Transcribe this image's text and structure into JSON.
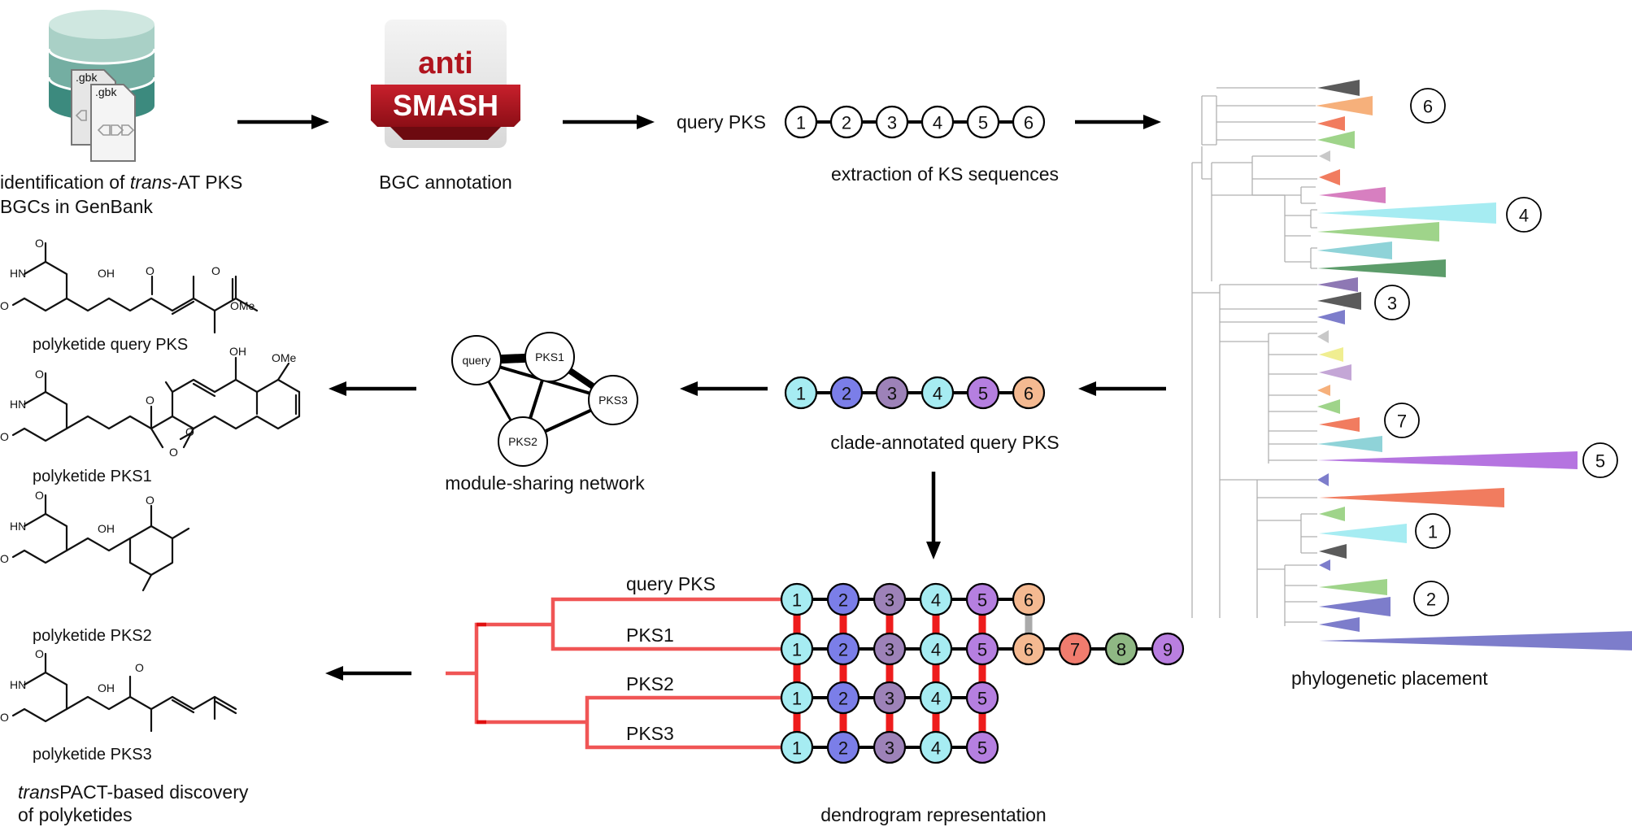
{
  "step1": {
    "caption_line1_pre": "identification of ",
    "caption_italic": "trans",
    "caption_line1_post": "-AT PKS",
    "caption_line2": "BGCs in GenBank",
    "file_label_1": ".gbk",
    "file_label_2": ".gbk"
  },
  "step2": {
    "logo_top": "anti",
    "logo_bottom": "SMASH",
    "caption": "BGC annotation"
  },
  "step3": {
    "row_label": "query PKS",
    "modules": [
      "1",
      "2",
      "3",
      "4",
      "5",
      "6"
    ],
    "caption": "extraction of KS sequences"
  },
  "tree": {
    "clade_labels": [
      "6",
      "4",
      "3",
      "7",
      "5",
      "1",
      "2"
    ],
    "caption": "phylogenetic placement",
    "colors": {
      "dark": "#5b5b5b",
      "orange": "#f6b07b",
      "salmon": "#f17c5f",
      "green": "#9fd48a",
      "pink": "#d77fc0",
      "cyan": "#a6ecf2",
      "teal": "#8fd3d8",
      "darkgreen": "#5c9c6a",
      "purple": "#8e78b4",
      "violet": "#b574e0",
      "indigo": "#7d7dcb",
      "yellow": "#f0ee91",
      "lilac": "#c4a6d6",
      "grey": "#c8c8c8"
    }
  },
  "step4": {
    "modules": [
      "1",
      "2",
      "3",
      "4",
      "5",
      "6"
    ],
    "caption": "clade-annotated query PKS"
  },
  "network": {
    "nodes": [
      "query",
      "PKS1",
      "PKS3",
      "PKS2"
    ],
    "caption": "module-sharing network"
  },
  "dendrogram": {
    "labels": [
      "query PKS",
      "PKS1",
      "PKS2",
      "PKS3"
    ],
    "row_modules": [
      [
        "1",
        "2",
        "3",
        "4",
        "5",
        "6"
      ],
      [
        "1",
        "2",
        "3",
        "4",
        "5",
        "6",
        "7",
        "8",
        "9"
      ],
      [
        "1",
        "2",
        "3",
        "4",
        "5"
      ],
      [
        "1",
        "2",
        "3",
        "4",
        "5"
      ]
    ],
    "caption": "dendrogram representation"
  },
  "module_colors": {
    "1": "#a6ecf2",
    "2": "#7b7ee8",
    "3": "#9d82b8",
    "4": "#a6ecf2",
    "5": "#b57fe0",
    "6": "#f4b991",
    "7": "#f17c6e",
    "8": "#8fb884",
    "9": "#b97fe0"
  },
  "polyketides": {
    "labels": [
      "polyketide query PKS",
      "polyketide PKS1",
      "polyketide PKS2",
      "polyketide PKS3"
    ],
    "atoms": {
      "HN": "HN",
      "O": "O",
      "OH": "OH",
      "OMe": "OMe"
    },
    "final_caption_italic": "trans",
    "final_caption_line1_post": "PACT-based discovery",
    "final_caption_line2": "of polyketides"
  }
}
